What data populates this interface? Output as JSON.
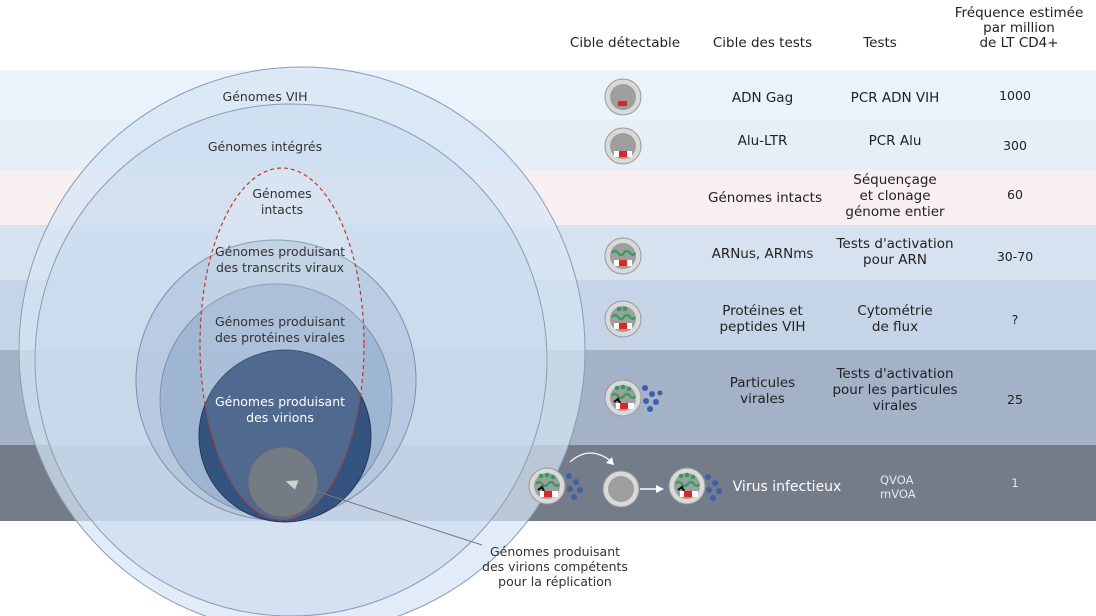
{
  "headers": {
    "target": "Cible détectable",
    "test_target": "Cible des tests",
    "tests": "Tests",
    "frequency_line1": "Fréquence estimée",
    "frequency_line2": "par million",
    "frequency_line3": "de LT CD4+"
  },
  "rows": [
    {
      "test_target": "ADN Gag",
      "test": "PCR ADN VIH",
      "frequency": "1000"
    },
    {
      "test_target": "Alu-LTR",
      "test": "PCR Alu",
      "frequency": "300"
    },
    {
      "test_target": "Génomes intacts",
      "test_line1": "Séquençage",
      "test_line2": "et clonage",
      "test_line3": "génome entier",
      "frequency": "60"
    },
    {
      "test_target": "ARNus, ARNms",
      "test_line1": "Tests d'activation",
      "test_line2": "pour ARN",
      "frequency": "30-70"
    },
    {
      "test_target_line1": "Protéines et",
      "test_target_line2": "peptides VIH",
      "test_line1": "Cytométrie",
      "test_line2": "de flux",
      "frequency": "?"
    },
    {
      "test_target_line1": "Particules",
      "test_target_line2": "virales",
      "test_line1": "Tests d'activation",
      "test_line2": "pour les particules",
      "test_line3": "virales",
      "frequency": "25"
    },
    {
      "test_target": "Virus infectieux",
      "test_line1": "QVOA",
      "test_line2": "mVOA",
      "frequency": "1"
    }
  ],
  "circles": {
    "hiv_genomes": "Génomes VIH",
    "integrated": "Génomes intégrés",
    "intact_line1": "Génomes",
    "intact_line2": "intacts",
    "transcripts_line1": "Génomes produisant",
    "transcripts_line2": "des transcrits viraux",
    "proteins_line1": "Génomes produisant",
    "proteins_line2": "des protéines virales",
    "virions_line1": "Génomes produisant",
    "virions_line2": "des virions"
  },
  "callout": {
    "line1": "Génomes produisant",
    "line2": "des virions compétents",
    "line3": "pour la réplication"
  },
  "colors": {
    "band_light_blue": "#e8f1fb",
    "band_pink": "#f6eeef",
    "band_mid_blue": "#c9d6e6",
    "band_dark_blue": "#9fb0c6",
    "band_slate": "#6e7784",
    "circle_outer": "#dbe8f6",
    "circle_dark": "#2f4e7a",
    "ellipse_stroke": "#c0392b",
    "green_rna": "#2e9e5a",
    "red_dna": "#d92626",
    "virion_blue": "#3f5fa8"
  }
}
